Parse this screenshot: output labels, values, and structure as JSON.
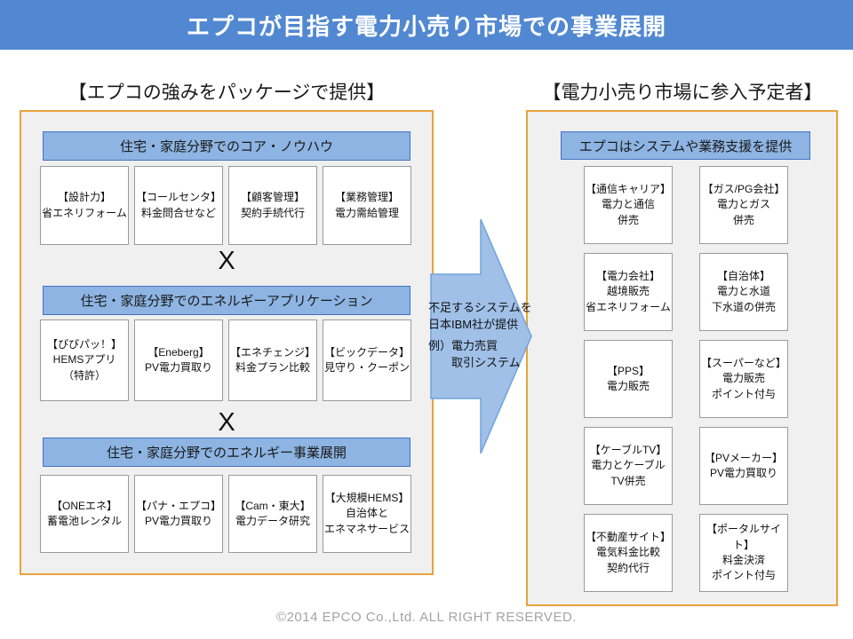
{
  "title": "エプコが目指す電力小売り市場での事業展開",
  "left_panel": {
    "heading": "【エプコの強みをパッケージで提供】",
    "operator": "X",
    "sections": [
      {
        "header": "住宅・家庭分野でのコア・ノウハウ",
        "boxes": [
          "【設計力】\n省エネリフォーム",
          "【コールセンタ】\n料金問合せなど",
          "【顧客管理】\n契約手続代行",
          "【業務管理】\n電力需給管理"
        ]
      },
      {
        "header": "住宅・家庭分野でのエネルギーアプリケーション",
        "boxes": [
          "【ぴぴパッ！】\nHEMSアプリ\n（特許）",
          "【Eneberg】\nPV電力買取り",
          "【エネチェンジ】\n料金プラン比較",
          "【ビックデータ】\n見守り・クーポン"
        ]
      },
      {
        "header": "住宅・家庭分野でのエネルギー事業展開",
        "boxes": [
          "【ONEエネ】\n蓄電池レンタル",
          "【パナ・エプコ】\nPV電力買取り",
          "【Cam・東大】\n電力データ研究",
          "【大規模HEMS】\n自治体と\nエネマネサービス"
        ]
      }
    ]
  },
  "arrow": {
    "lines": [
      "不足するシステムを",
      "日本IBM社が提供",
      "例）電力売買",
      "　　取引システム"
    ]
  },
  "right_panel": {
    "heading": "【電力小売り市場に参入予定者】",
    "header": "エプコはシステムや業務支援を提供",
    "boxes": [
      "【通信キャリア】\n電力と通信\n併売",
      "【ガス/PG会社】\n電力とガス\n併売",
      "【電力会社】\n越境販売\n省エネリフォーム",
      "【自治体】\n電力と水道\n下水道の併売",
      "【PPS】\n電力販売",
      "【スーパーなど】\n電力販売\nポイント付与",
      "【ケーブルTV】\n電力とケーブル\nTV併売",
      "【PVメーカー】\nPV電力買取り",
      "【不動産サイト】\n電気料金比較\n契約代行",
      "【ポータルサイト】\n料金決済\nポイント付与"
    ]
  },
  "footer": "©2014 EPCO Co.,Ltd. ALL RIGHT RESERVED.",
  "colors": {
    "title_bar": "#5288D2",
    "section_bar_fill": "#8DB4E2",
    "section_bar_border": "#4472C4",
    "panel_border": "#E8A33C",
    "panel_bg": "#F0F0F0",
    "box_border": "#9A9A9A",
    "arrow_fill": "#A0C0E8",
    "arrow_border": "#6FA3DC"
  }
}
